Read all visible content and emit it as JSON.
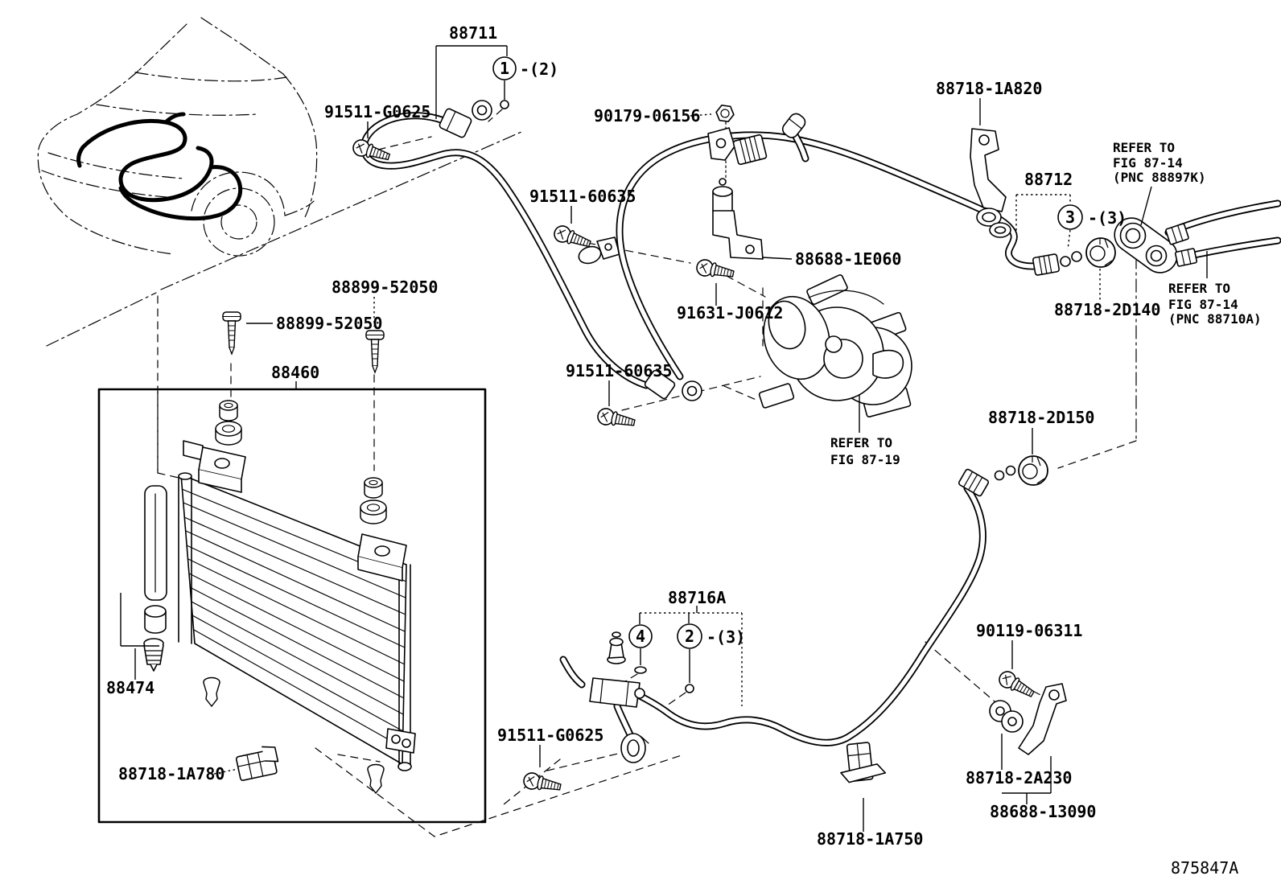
{
  "colors": {
    "ink": "#000000",
    "paper": "#ffffff"
  },
  "callouts": {
    "hose_88711": "88711",
    "bolt_91511_g0625": "91511-G0625",
    "nut_90179_06156": "90179-06156",
    "bracket_88718_1a820": "88718-1A820",
    "pipe_88712": "88712",
    "bolt_91511_60635": "91511-60635",
    "bracket_88688_1e060": "88688-1E060",
    "bolt_91631_j0612": "91631-J0612",
    "grommet_88718_2d140": "88718-2D140",
    "stud_88899_52050": "88899-52050",
    "condenser_88460": "88460",
    "grommet_88718_2d150": "88718-2D150",
    "drier_88474": "88474",
    "clamp_88718_1a780": "88718-1A780",
    "tube_88716a": "88716A",
    "bolt_90119_06311": "90119-06311",
    "clamp_88718_2a230": "88718-2A230",
    "bracket_88688_13090": "88688-13090",
    "clamp_88718_1a750": "88718-1A750"
  },
  "badges": {
    "b1": {
      "num": "1",
      "qty": "-(2)"
    },
    "b2": {
      "num": "2",
      "qty": "-(3)"
    },
    "b3": {
      "num": "3",
      "qty": "-(3)"
    },
    "b4": {
      "num": "4",
      "qty": ""
    }
  },
  "notes": {
    "refer_fig87_14_pnc88897k": {
      "l1": "REFER TO",
      "l2": "FIG 87-14",
      "l3": "(PNC 88897K)"
    },
    "refer_fig87_14_pnc88710a": {
      "l1": "REFER TO",
      "l2": "FIG 87-14",
      "l3": "(PNC 88710A)"
    },
    "refer_fig87_19": {
      "l1": "REFER TO",
      "l2": "FIG 87-19"
    }
  },
  "footer": {
    "drawing_code": "875847A"
  }
}
